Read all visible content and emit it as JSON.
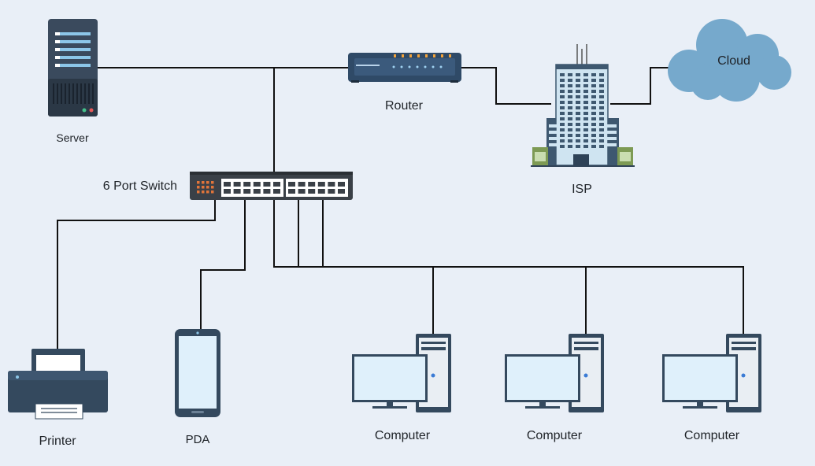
{
  "diagram": {
    "labels": {
      "server": "Server",
      "router": "Router",
      "isp": "ISP",
      "cloud": "Cloud",
      "switch": "6 Port Switch",
      "printer": "Printer",
      "pda": "PDA",
      "computer_1": "Computer",
      "computer_2": "Computer",
      "computer_3": "Computer"
    }
  },
  "colors": {
    "background": "#e9eff7",
    "device_dark": "#334155",
    "screen": "#dff0fb",
    "cloud": "#76a9cc",
    "building": "#cfe4f1",
    "line": "#111111"
  }
}
